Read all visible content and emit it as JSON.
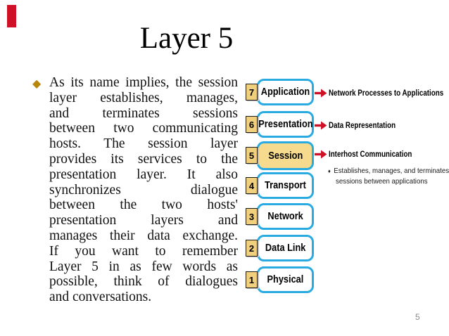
{
  "slide": {
    "title": "Layer 5",
    "page_number": "5"
  },
  "body": {
    "bullet_glyph": "◆",
    "lines": [
      "As its name implies, the session",
      "layer establishes, manages,",
      "and terminates sessions",
      "between two communicating",
      "hosts. The session layer",
      "provides its services to the",
      "presentation layer. It also",
      "synchronizes dialogue",
      "between the two hosts'",
      "presentation layers and",
      "manages their data exchange.",
      "If you want to remember",
      "Layer 5 in as few words as",
      "possible, think of dialogues",
      "and conversations."
    ]
  },
  "diagram": {
    "layers": [
      {
        "num": "7",
        "label": "Application"
      },
      {
        "num": "6",
        "label": "Presentation"
      },
      {
        "num": "5",
        "label": "Session"
      },
      {
        "num": "4",
        "label": "Transport"
      },
      {
        "num": "3",
        "label": "Network"
      },
      {
        "num": "2",
        "label": "Data Link"
      },
      {
        "num": "1",
        "label": "Physical"
      }
    ],
    "annotations": [
      {
        "label": "Network Processes to Applications"
      },
      {
        "label": "Data Representation"
      },
      {
        "label": "Interhost Communication"
      }
    ],
    "session_sub_bullet_glyph": "♦",
    "session_sub_lines": [
      "Establishes, manages, and terminates",
      "sessions between applications"
    ]
  },
  "theme": {
    "accent-cyan": "#29ABE2",
    "session-fill": "#F6DB8E",
    "number-fill": "#F0CF7D",
    "accent-red": "#CE1126",
    "bullet-gold": "#B8860B"
  }
}
